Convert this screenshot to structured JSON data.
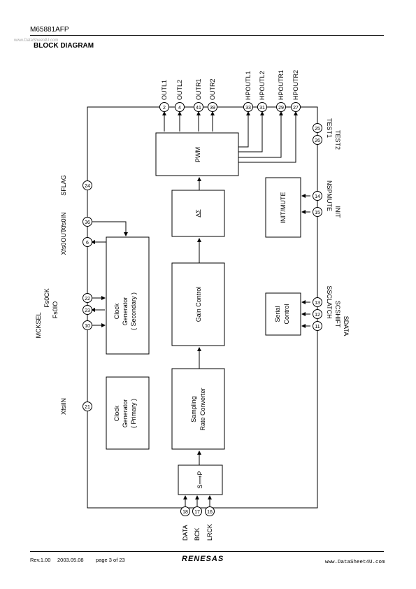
{
  "header": {
    "part_number": "M65881AFP",
    "section_title": "BLOCK DIAGRAM",
    "watermark": "www.DataSheet4U.com"
  },
  "blocks": {
    "pwm": "PWM",
    "delta_sigma": "ΔΣ",
    "gain_control": "Gain Control",
    "sampling_rate_converter": [
      "Sampling",
      "Rate Converter"
    ],
    "s_to_p": "S⟹P",
    "clock_gen_secondary": [
      "Clock",
      "Generator",
      "( Secondary )"
    ],
    "clock_gen_primary": [
      "Clock",
      "Generator",
      "( Primary )"
    ],
    "init_mute": "INIT/MUTE",
    "serial_control": [
      "Serial",
      "Control"
    ]
  },
  "top_pins": [
    {
      "num": "2",
      "label": "OUTL1"
    },
    {
      "num": "4",
      "label": "OUTL2"
    },
    {
      "num": "41",
      "label": "OUTR1"
    },
    {
      "num": "39",
      "label": "OUTR2"
    },
    {
      "num": "33",
      "label": "HPOUTL1"
    },
    {
      "num": "31",
      "label": "HPOUTL2"
    },
    {
      "num": "29",
      "label": "HPOUTR1"
    },
    {
      "num": "27",
      "label": "HPOUTR2"
    }
  ],
  "bottom_pins": [
    {
      "num": "18",
      "label": "DATA"
    },
    {
      "num": "17",
      "label": "BCK"
    },
    {
      "num": "16",
      "label": "LRCK"
    }
  ],
  "left_pins": [
    {
      "num": "24",
      "label": "SFLAG"
    },
    {
      "num": "36",
      "label": "Xfs0IN"
    },
    {
      "num": "6",
      "label": "Xfs0OUT"
    },
    {
      "num": "22",
      "label": "Fs0CK"
    },
    {
      "num": "23",
      "label": "Fs0IO"
    },
    {
      "num": "10",
      "label": "MCKSEL"
    },
    {
      "num": "21",
      "label": "XfsiIN"
    }
  ],
  "right_pins": [
    {
      "num": "25",
      "label": "TEST1"
    },
    {
      "num": "26",
      "label": "TEST2"
    },
    {
      "num": "14",
      "label": "NSPMUTE"
    },
    {
      "num": "15",
      "label": "INIT"
    },
    {
      "num": "13",
      "label": "SSCLATCH"
    },
    {
      "num": "12",
      "label": "SCSHIFT"
    },
    {
      "num": "11",
      "label": "SDATA"
    }
  ],
  "footer": {
    "revision": "Rev.1.00",
    "date": "2003.05.08",
    "page": "page 3 of 23",
    "logo": "RENESAS",
    "site": "www.DataSheet4U.com"
  }
}
